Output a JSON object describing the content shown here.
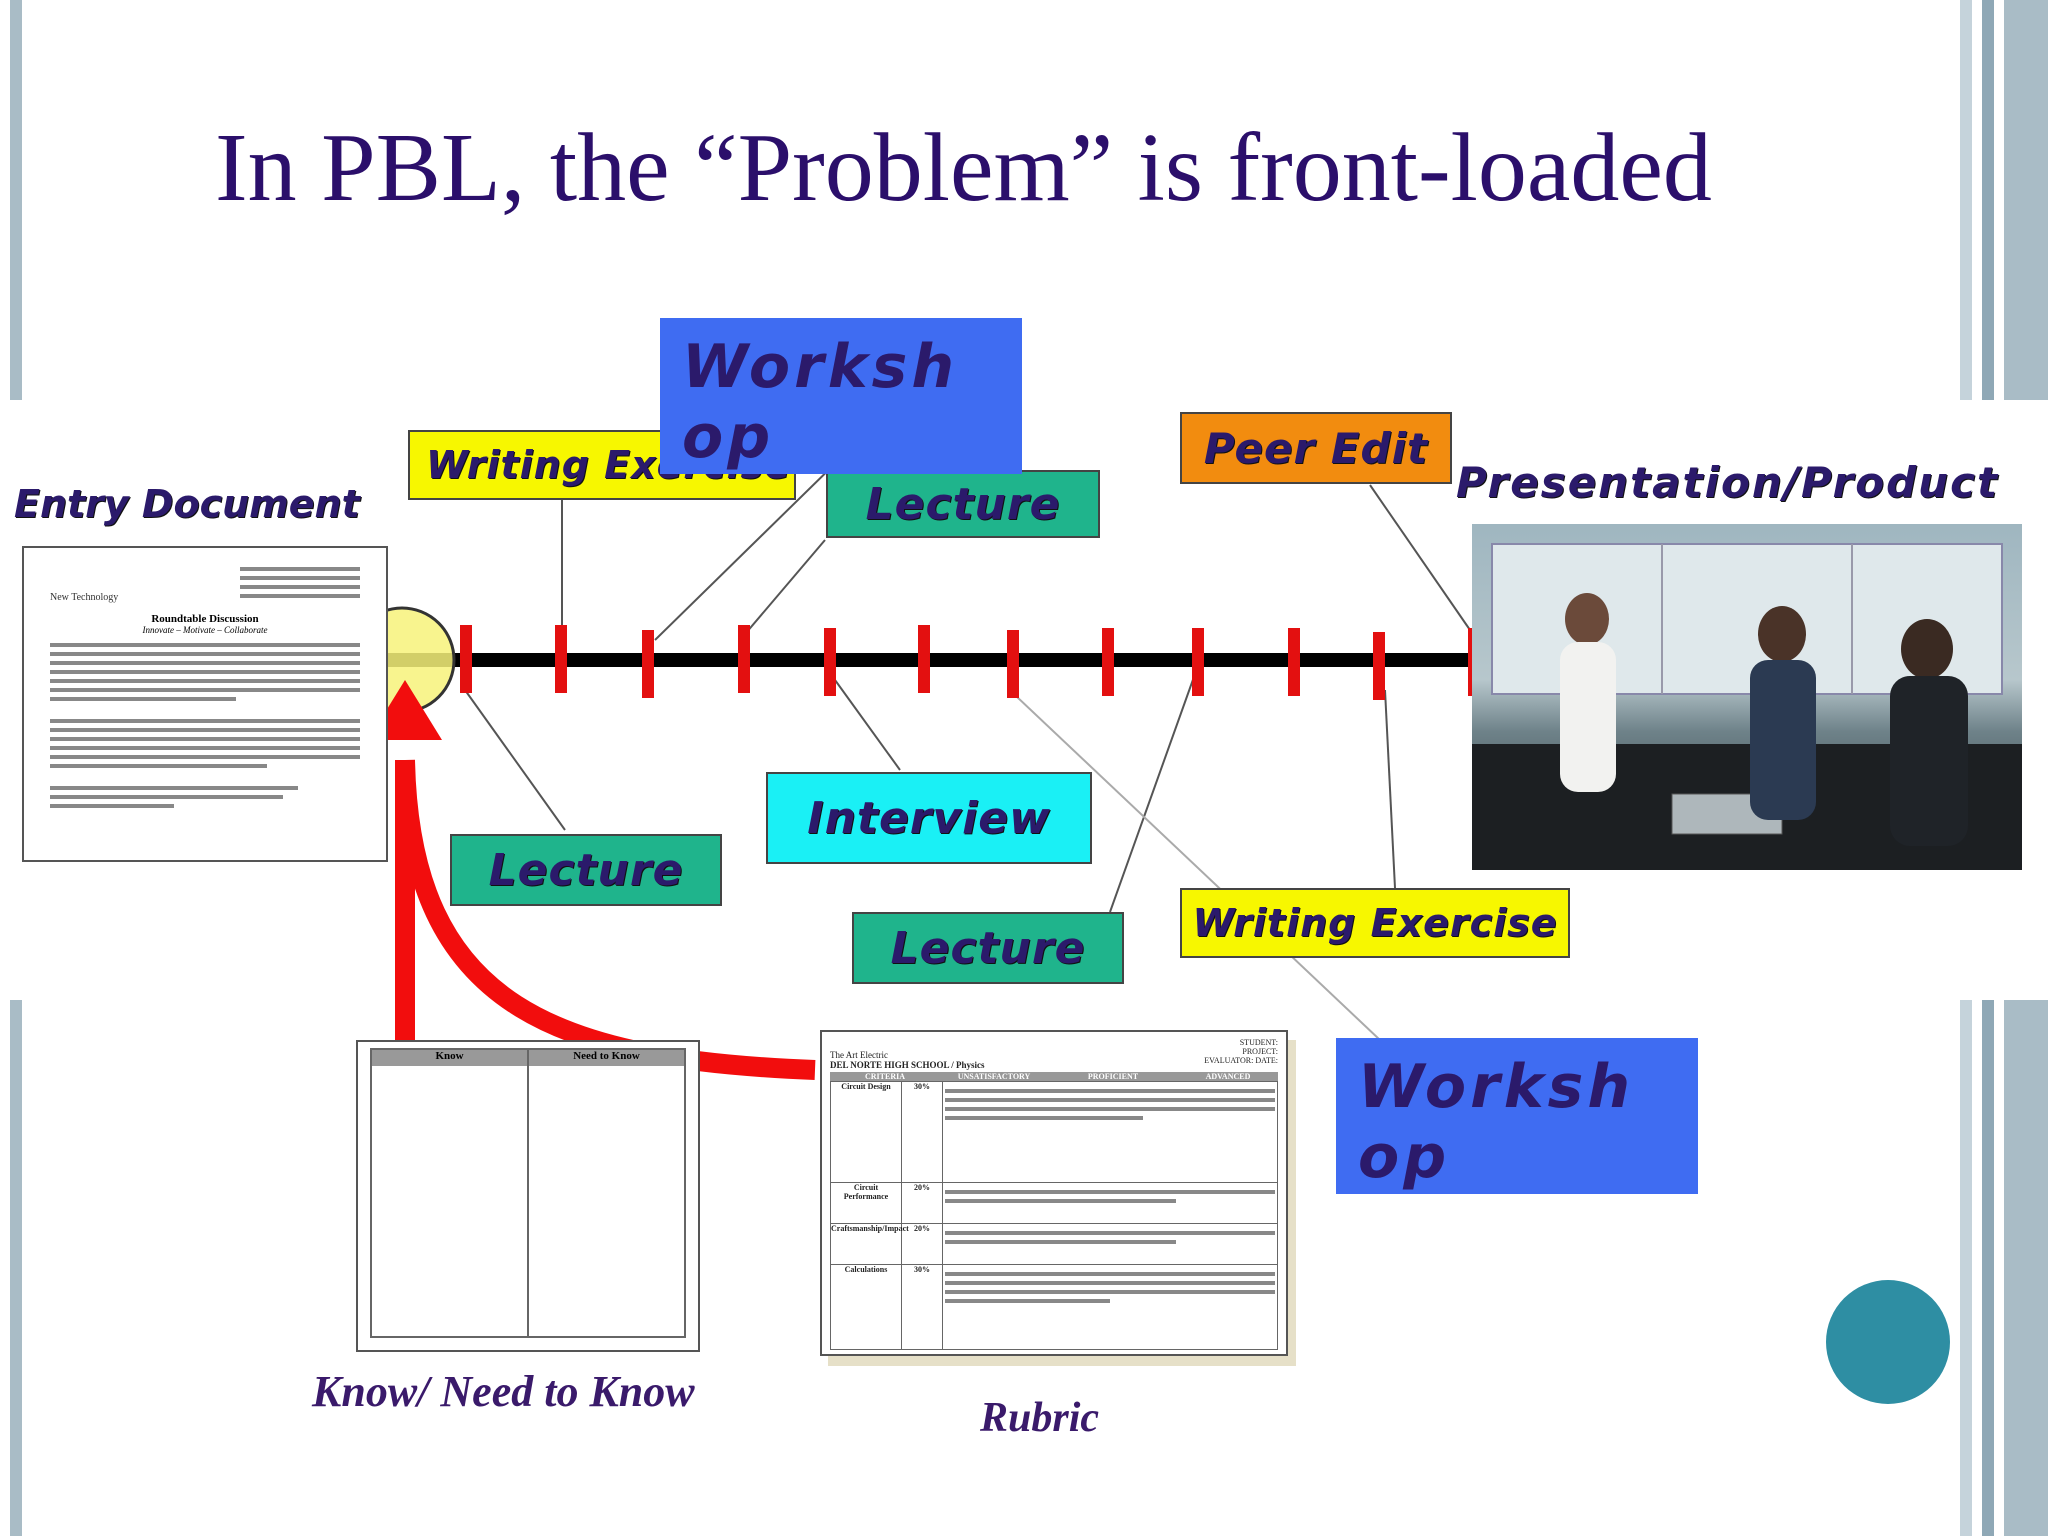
{
  "title": "In PBL, the “Problem” is front-loaded",
  "labels": {
    "entry_document": "Entry Document",
    "writing_exercise_top": "Writing Exercise",
    "workshop_top": "Workshop",
    "lecture_top": "Lecture",
    "peer_edit": "Peer Edit",
    "presentation_product": "Presentation/Product",
    "lecture_bottom_left": "Lecture",
    "interview": "Interview",
    "lecture_bottom_mid": "Lecture",
    "writing_exercise_bottom": "Writing Exercise",
    "workshop_bottom": "Workshop"
  },
  "captions": {
    "know_need": "Know/ Need to Know",
    "rubric": "Rubric"
  },
  "know_table": {
    "col1": "Know",
    "col2": "Need to Know"
  },
  "rubric_doc": {
    "header1": "The Art Electric",
    "header2": "DEL NORTE HIGH SCHOOL / Physics",
    "student": "STUDENT:",
    "project": "PROJECT:",
    "evaluator": "EVALUATOR:",
    "date": "DATE:",
    "col_criteria": "CRITERIA",
    "col_unsat": "UNSATISFACTORY",
    "col_prof": "PROFICIENT",
    "col_adv": "ADVANCED",
    "rows": [
      {
        "name": "Circuit Design",
        "pct": "30%"
      },
      {
        "name": "Circuit Performance",
        "pct": "20%"
      },
      {
        "name": "Craftsmanship/Impact",
        "pct": "20%"
      },
      {
        "name": "Calculations",
        "pct": "30%"
      }
    ]
  },
  "entry_doc": {
    "heading": "Roundtable Discussion",
    "subheading": "Innovate – Motivate – Collaborate",
    "org": "New Technology"
  },
  "colors": {
    "title": "#2b0f6b",
    "yellow_box": "#f7f700",
    "teal_box": "#1fb48c",
    "cyan_box": "#1af0f5",
    "orange_box": "#f28c0f",
    "blue_box": "#3f6cf2",
    "tick_red": "#e31010",
    "arrow_red": "#f20d0d",
    "teal_circle": "#2e8ea3",
    "edge_bar": "#8fa8b6"
  }
}
